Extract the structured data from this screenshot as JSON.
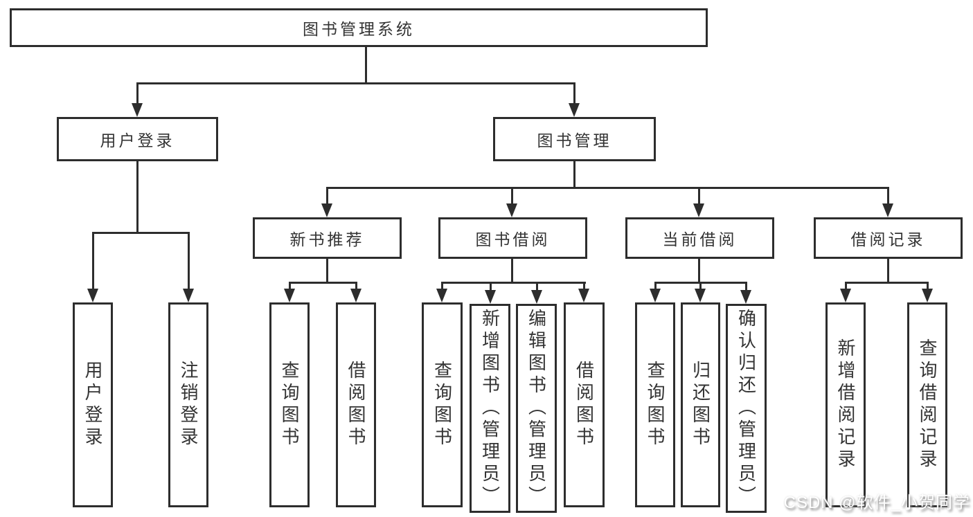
{
  "tree": {
    "root": {
      "label": "图书管理系统"
    },
    "level2": [
      {
        "label": "用户登录"
      },
      {
        "label": "图书管理"
      }
    ],
    "level3": [
      {
        "label": "新书推荐"
      },
      {
        "label": "图书借阅"
      },
      {
        "label": "当前借阅"
      },
      {
        "label": "借阅记录"
      }
    ],
    "leaves": [
      {
        "label": "用户登录",
        "parent": "用户登录"
      },
      {
        "label": "注销登录",
        "parent": "用户登录"
      },
      {
        "label": "查询图书",
        "parent": "新书推荐"
      },
      {
        "label": "借阅图书",
        "parent": "新书推荐"
      },
      {
        "label": "查询图书",
        "parent": "图书借阅"
      },
      {
        "label": "新增图书（管理员）",
        "parent": "图书借阅"
      },
      {
        "label": "编辑图书（管理员）",
        "parent": "图书借阅"
      },
      {
        "label": "借阅图书",
        "parent": "图书借阅"
      },
      {
        "label": "查询图书",
        "parent": "当前借阅"
      },
      {
        "label": "归还图书",
        "parent": "当前借阅"
      },
      {
        "label": "确认归还（管理员）",
        "parent": "当前借阅"
      },
      {
        "label": "新增借阅记录",
        "parent": "借阅记录"
      },
      {
        "label": "查询借阅记录",
        "parent": "借阅记录"
      }
    ]
  },
  "watermark": {
    "text": "CSDN @软件_小贺同学"
  },
  "colors": {
    "line": "#2d2d2d",
    "text": "#333333",
    "background": "#ffffff",
    "watermark_text": "#ffffff"
  }
}
